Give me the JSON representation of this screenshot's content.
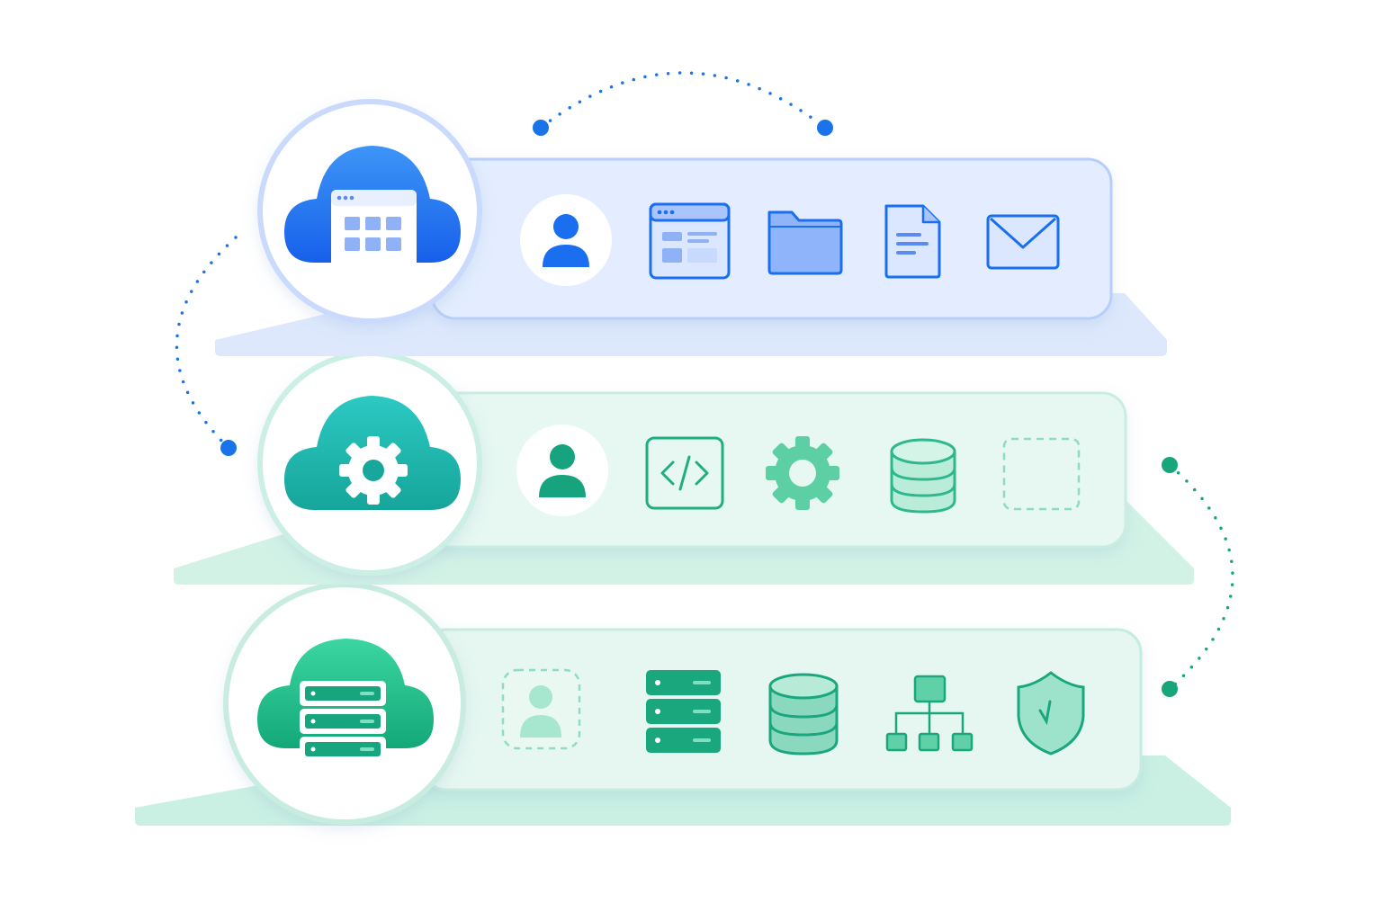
{
  "diagram": {
    "connector_color_blue": "#1a73e8",
    "connector_color_green": "#17a57c"
  },
  "layers": [
    {
      "id": "saas",
      "theme": {
        "accent": "#1a6ff0",
        "accent_light": "#8fb6ff",
        "panel_fill": "#e2ecff",
        "panel_stroke": "#b4ccfb",
        "base_fill": "#d8e5fd",
        "ring": "#c9dafc",
        "icon_fill": "#93b8fb",
        "icon_pale": "#dbe7ff"
      },
      "hub_icon": "cloud-app-grid-icon",
      "icons": [
        "user-icon",
        "browser-window-icon",
        "folder-icon",
        "document-icon",
        "mail-icon"
      ]
    },
    {
      "id": "paas",
      "theme": {
        "accent": "#1bb38f",
        "accent_light": "#7fdcc6",
        "panel_fill": "#e4f7f0",
        "panel_stroke": "#c6ecdf",
        "base_fill": "#cdf0e3",
        "ring": "#ccefe5",
        "icon_fill": "#8fe0c6",
        "icon_pale": "#d6f4ea"
      },
      "hub_icon": "cloud-gear-icon",
      "icons": [
        "user-icon",
        "code-icon",
        "gear-icon",
        "database-icon",
        "placeholder-box-icon"
      ]
    },
    {
      "id": "iaas",
      "theme": {
        "accent": "#17a57c",
        "accent_light": "#7fd8bd",
        "panel_fill": "#e3f6ef",
        "panel_stroke": "#c4eadd",
        "base_fill": "#c4eee0",
        "ring": "#c8ede0",
        "icon_fill": "#8ad9bf",
        "icon_pale": "#d3f2e7"
      },
      "hub_icon": "cloud-server-icon",
      "icons": [
        "user-placeholder-icon",
        "server-rack-icon",
        "database-icon",
        "network-hierarchy-icon",
        "shield-check-icon"
      ]
    }
  ]
}
